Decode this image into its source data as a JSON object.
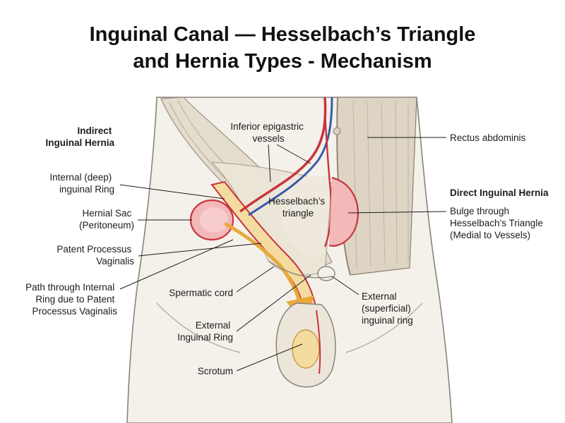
{
  "title": {
    "line1": "Inguinal Canal — Hesselbach’s Triangle",
    "line2": "and Hernia Types - Mechanism"
  },
  "labels": {
    "indirect_heading": [
      "Indirect",
      "Inguinal Hernia"
    ],
    "internal_ring": [
      "Internal (deep)",
      "inguinal Ring"
    ],
    "hernial_sac": [
      "Hernial Sac",
      "(Peritoneum)"
    ],
    "patent_processus": [
      "Patent Processus",
      "Vaginalis"
    ],
    "path_through": [
      "Path through Internal",
      "Ring due to Patent",
      "Processus Vaginalis"
    ],
    "inferior_epigastric": [
      "Inferior epigastric",
      "vessels"
    ],
    "hesselbach": [
      "Hesselbach’s",
      "triangle"
    ],
    "spermatic_cord": [
      "Spermatic cord"
    ],
    "external_ring_left": [
      "External",
      "Inguinal Ring"
    ],
    "scrotum": [
      "Scrotum"
    ],
    "rectus": [
      "Rectus abdominis"
    ],
    "direct_heading": [
      "Direct Inguinal Hernia"
    ],
    "bulge": [
      "Bulge through",
      "Hesselbach’s Triangle",
      "(Medial to Vessels)"
    ],
    "external_ring_right": [
      "External",
      "(superficial)",
      "inguinal ring"
    ]
  },
  "colors": {
    "artery": "#c8343b",
    "vein": "#3a5aa8",
    "sac_fill": "#f3b8b8",
    "path_arrow": "#e8a93a",
    "skin": "#f4f1ea",
    "muscle": "#ddd4c4"
  }
}
